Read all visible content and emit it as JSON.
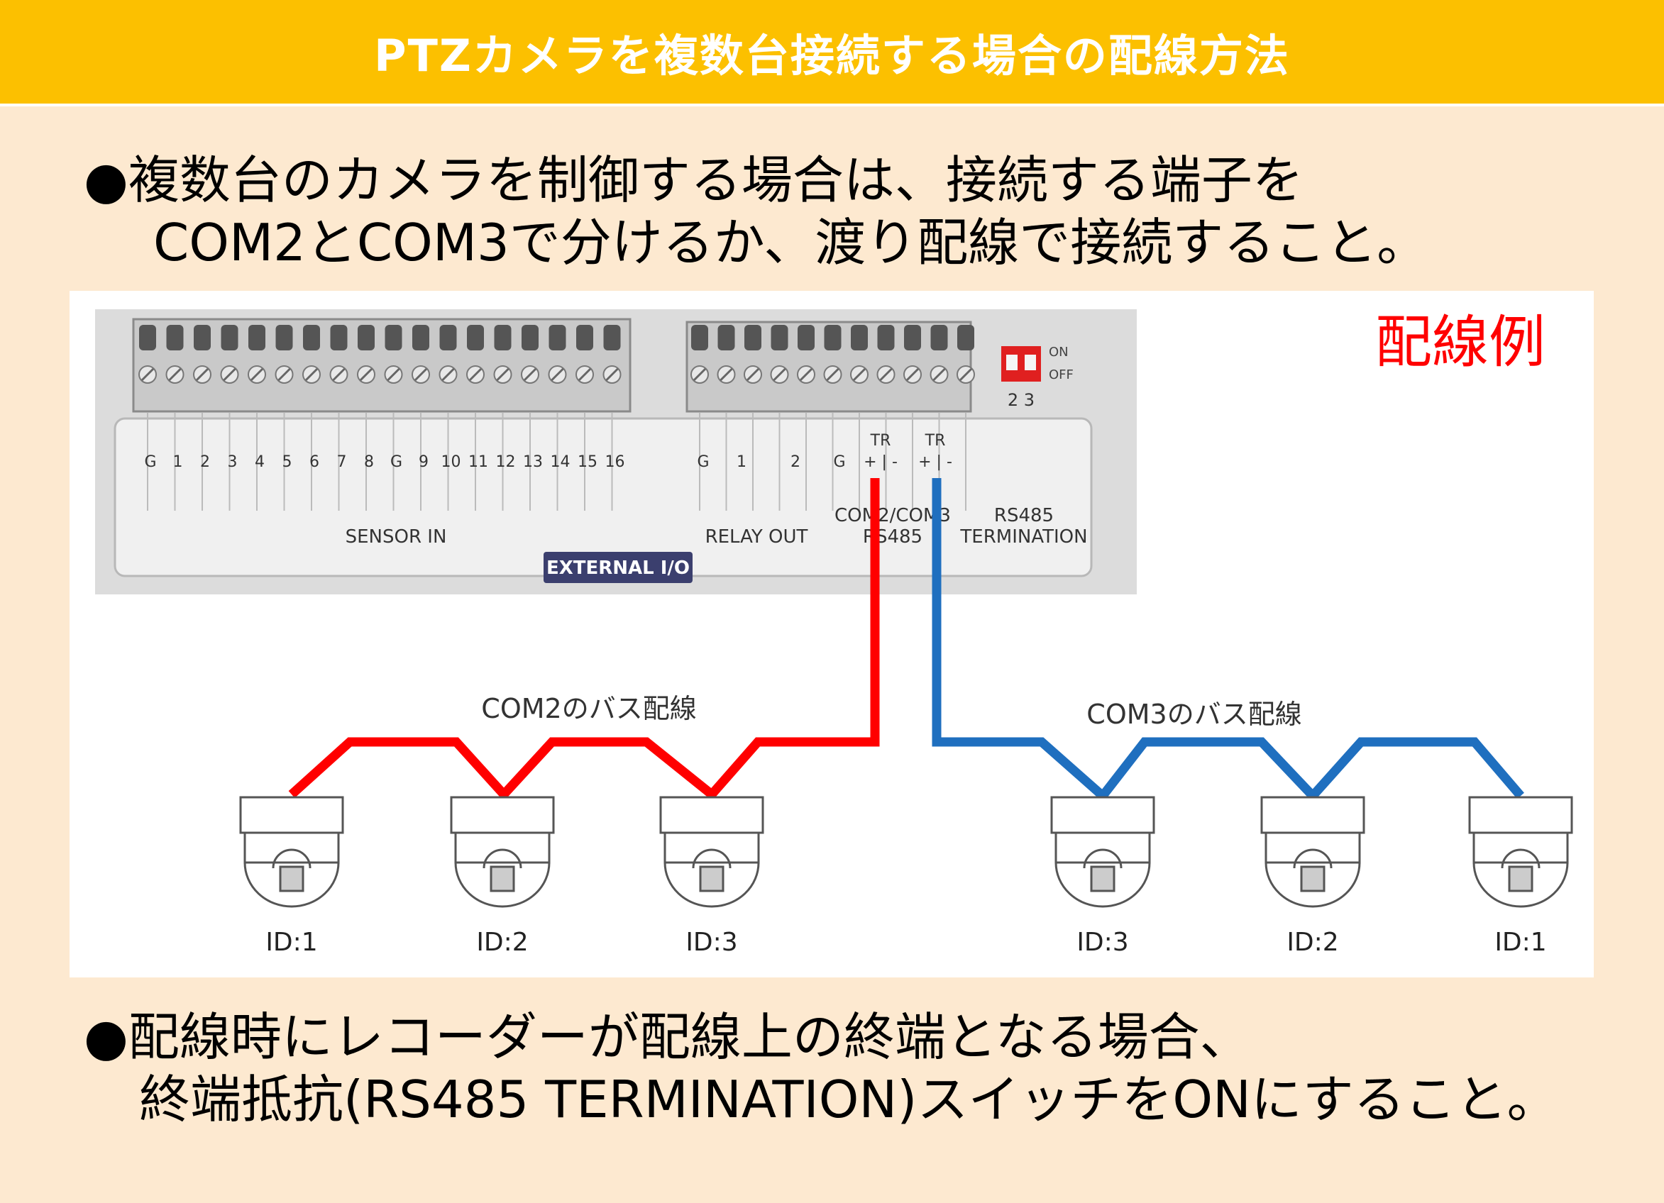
{
  "title": "PTZカメラを複数台接続する場合の配線方法",
  "bullet1": {
    "line1": "●複数台のカメラを制御する場合は、接続する端子を",
    "line2": "COM2とCOM3で分けるか、渡り配線で接続すること。"
  },
  "bullet2": {
    "line1": "●配線時にレコーダーが配線上の終端となる場合、",
    "line2": "終端抵抗(RS485 TERMINATION)スイッチをONにすること。"
  },
  "diagram": {
    "example_label": "配線例",
    "sensor_labels": [
      "G",
      "1",
      "2",
      "3",
      "4",
      "5",
      "6",
      "7",
      "8",
      "G",
      "9",
      "10",
      "11",
      "12",
      "13",
      "14",
      "15",
      "16"
    ],
    "relay_labels": [
      "G",
      "1",
      "2",
      "G"
    ],
    "tr_label": "TR",
    "tr_pins": "+ | -",
    "sensor_in": "SENSOR IN",
    "relay_out": "RELAY OUT",
    "com_line1": "COM2/COM3",
    "com_line2": "RS485",
    "rs485_line1": "RS485",
    "rs485_line2": "TERMINATION",
    "external_io": "EXTERNAL I/O",
    "dip_on": "ON",
    "dip_off": "OFF",
    "dip_numbers": "2 3",
    "com2_bus": "COM2のバス配線",
    "com3_bus": "COM3のバス配線",
    "cameras": [
      {
        "id": "ID:1",
        "bus": "com2"
      },
      {
        "id": "ID:2",
        "bus": "com2"
      },
      {
        "id": "ID:3",
        "bus": "com2"
      },
      {
        "id": "ID:3",
        "bus": "com3"
      },
      {
        "id": "ID:2",
        "bus": "com3"
      },
      {
        "id": "ID:1",
        "bus": "com3"
      }
    ],
    "colors": {
      "com2": "#ff0000",
      "com3": "#1f6fbf",
      "example": "#ff0000"
    }
  }
}
